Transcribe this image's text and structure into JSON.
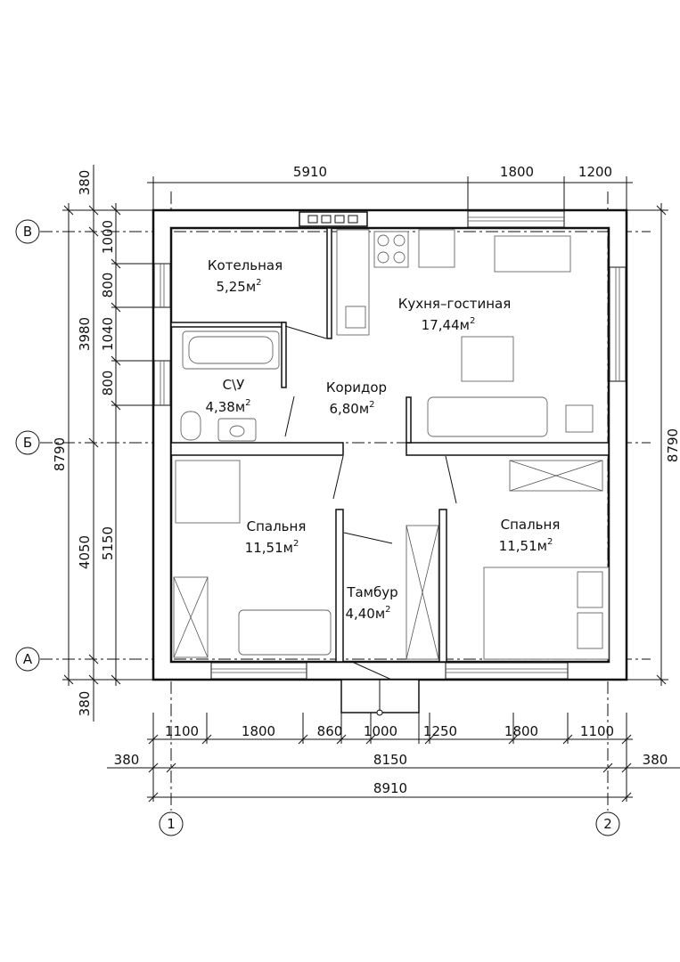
{
  "axes": {
    "rows": [
      "В",
      "Б",
      "А"
    ],
    "cols": [
      "1",
      "2"
    ]
  },
  "rooms": [
    {
      "name": "Котельная",
      "area": "5,25м",
      "sup": "2"
    },
    {
      "name": "Кухня–гостиная",
      "area": "17,44м",
      "sup": "2"
    },
    {
      "name": "С\\У",
      "area": "4,38м",
      "sup": "2"
    },
    {
      "name": "Коридор",
      "area": "6,80м",
      "sup": "2"
    },
    {
      "name": "Спальня",
      "area": "11,51м",
      "sup": "2"
    },
    {
      "name": "Спальня",
      "area": "11,51м",
      "sup": "2"
    },
    {
      "name": "Тамбур",
      "area": "4,40м",
      "sup": "2"
    }
  ],
  "dims": {
    "top": [
      "5910",
      "1800",
      "1200"
    ],
    "left_outer": "8790",
    "left_mid": [
      "380",
      "3980",
      "4050",
      "380"
    ],
    "left_inner": [
      "1000",
      "800",
      "1040",
      "800",
      "5150"
    ],
    "right": "8790",
    "bottom_row1": [
      "1100",
      "1800",
      "860",
      "1000",
      "1250",
      "1800",
      "1100"
    ],
    "bottom_row2": {
      "left": "380",
      "mid": "8150",
      "right": "380"
    },
    "bottom_row3": "8910"
  }
}
